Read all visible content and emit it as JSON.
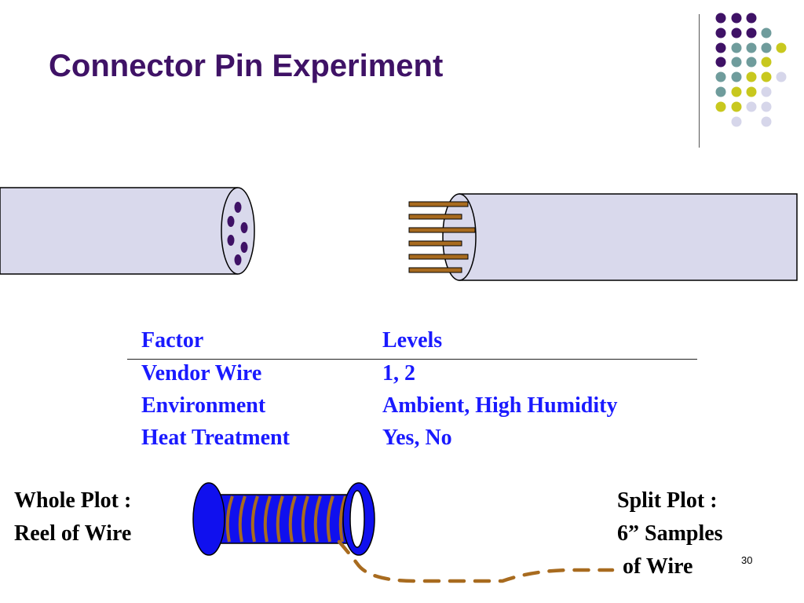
{
  "slide": {
    "title": "Connector Pin Experiment",
    "page_number": "30"
  },
  "table": {
    "headers": [
      "Factor",
      "Levels"
    ],
    "rows": [
      [
        "Vendor Wire",
        "1, 2"
      ],
      [
        "Environment",
        "Ambient, High Humidity"
      ],
      [
        "Heat Treatment",
        "Yes, No"
      ]
    ]
  },
  "labels": {
    "whole_plot_line1": "Whole Plot :",
    "whole_plot_line2": "Reel of Wire",
    "split_plot_line1": "Split Plot :",
    "split_plot_line2": "6” Samples",
    "split_plot_line3": " of Wire"
  },
  "colors": {
    "title": "#3f1266",
    "table_text": "#1a1aff",
    "cable_fill": "#d9d9ec",
    "pin": "#a86b1f",
    "reel": "#1010ee",
    "dot_purple": "#3f1266",
    "dot_teal": "#6f9c9c",
    "dot_yellow": "#c8c81e",
    "dot_lavender": "#d6d6ea"
  }
}
